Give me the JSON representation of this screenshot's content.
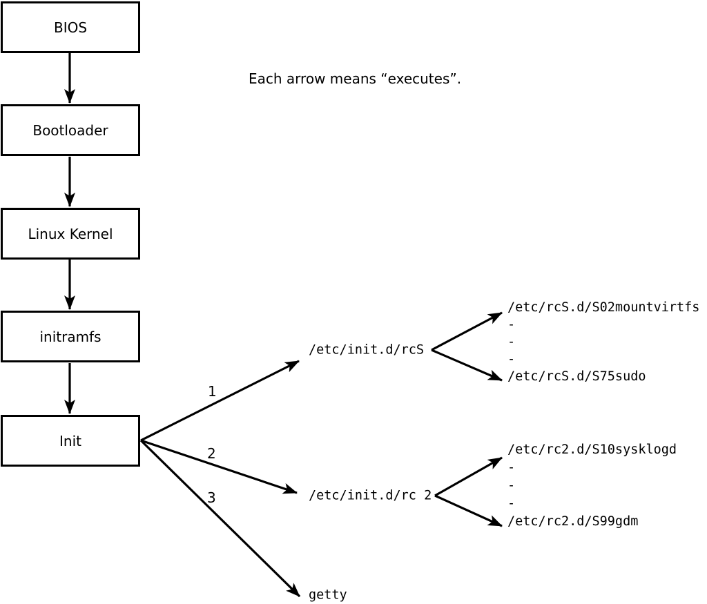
{
  "annotation": "Each arrow means “executes”.",
  "boxes": [
    {
      "label": "BIOS"
    },
    {
      "label": "Bootloader"
    },
    {
      "label": "Linux Kernel"
    },
    {
      "label": "initramfs"
    },
    {
      "label": "Init"
    }
  ],
  "init_branches": [
    {
      "number": "1",
      "target": "/etc/init.d/rcS",
      "children": [
        "/etc/rcS.d/S02mountvirtfs",
        "-",
        "-",
        "-",
        "/etc/rcS.d/S75sudo"
      ]
    },
    {
      "number": "2",
      "target": "/etc/init.d/rc 2",
      "children": [
        "/etc/rc2.d/S10sysklogd",
        "-",
        "-",
        "-",
        "/etc/rc2.d/S99gdm"
      ]
    },
    {
      "number": "3",
      "target": "getty",
      "children": []
    }
  ],
  "colors": {
    "line": "#000000",
    "background": "#ffffff",
    "box_fill": "#ffffff"
  }
}
